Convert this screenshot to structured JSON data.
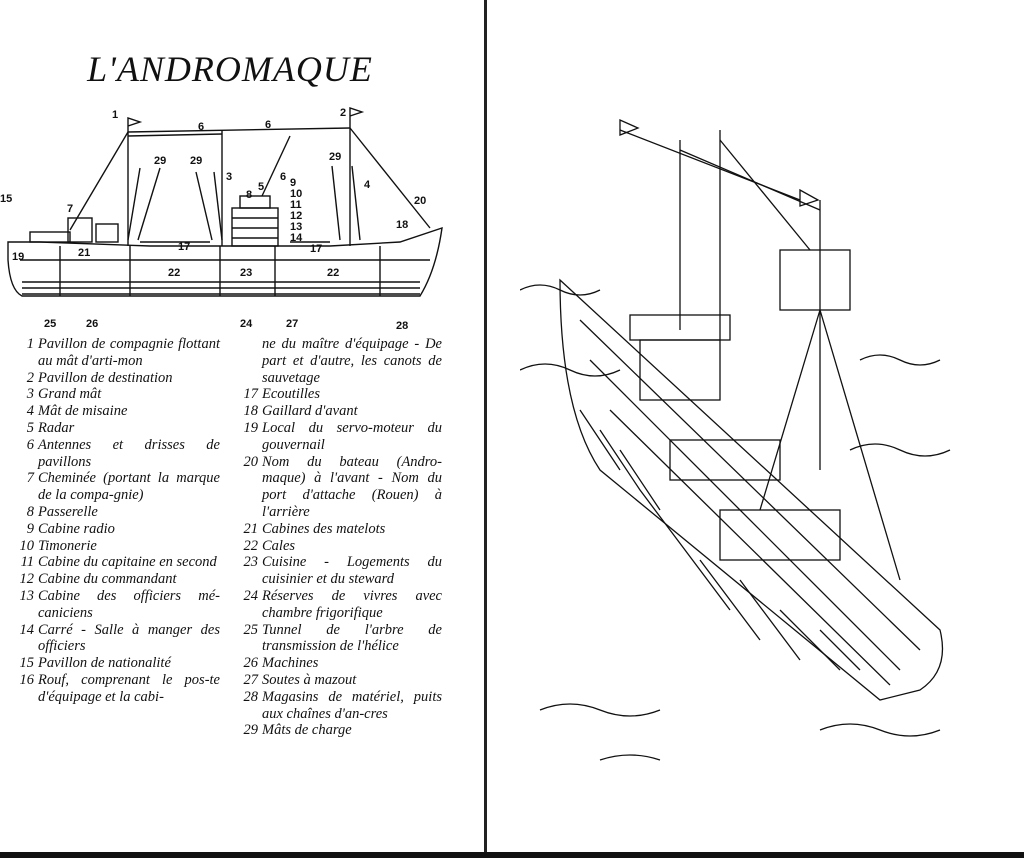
{
  "title": "L'ANDROMAQUE",
  "diagram_labels": [
    "1",
    "2",
    "6",
    "6",
    "29",
    "29",
    "29",
    "3",
    "4",
    "5",
    "6",
    "7",
    "8",
    "9",
    "10",
    "11",
    "12",
    "13",
    "14",
    "15",
    "17",
    "17",
    "18",
    "19",
    "20",
    "21",
    "22",
    "22",
    "23",
    "24",
    "25",
    "26",
    "27",
    "28"
  ],
  "legend_left": [
    {
      "num": "1",
      "text": "Pavillon de compagnie flottant au mât d'arti-mon"
    },
    {
      "num": "2",
      "text": "Pavillon de destination"
    },
    {
      "num": "3",
      "text": "Grand mât"
    },
    {
      "num": "4",
      "text": "Mât de misaine"
    },
    {
      "num": "5",
      "text": "Radar"
    },
    {
      "num": "6",
      "text": "Antennes et drisses de pavillons"
    },
    {
      "num": "7",
      "text": "Cheminée (portant la marque de la compa-gnie)"
    },
    {
      "num": "8",
      "text": "Passerelle"
    },
    {
      "num": "9",
      "text": "Cabine radio"
    },
    {
      "num": "10",
      "text": "Timonerie"
    },
    {
      "num": "11",
      "text": "Cabine du capitaine en second"
    },
    {
      "num": "12",
      "text": "Cabine du commandant"
    },
    {
      "num": "13",
      "text": "Cabine des officiers mé-caniciens"
    },
    {
      "num": "14",
      "text": "Carré - Salle à manger des officiers"
    },
    {
      "num": "15",
      "text": "Pavillon de nationalité"
    },
    {
      "num": "16",
      "text": "Rouf, comprenant le pos-te d'équipage et la cabi-"
    }
  ],
  "legend_right": [
    {
      "num": "",
      "text": "ne du maître d'équipage - De part et d'autre, les canots de sauvetage"
    },
    {
      "num": "17",
      "text": "Ecoutilles"
    },
    {
      "num": "18",
      "text": "Gaillard d'avant"
    },
    {
      "num": "19",
      "text": "Local du servo-moteur du gouvernail"
    },
    {
      "num": "20",
      "text": "Nom du bateau (Andro-maque) à l'avant - Nom du port d'attache (Rouen) à l'arrière"
    },
    {
      "num": "21",
      "text": "Cabines des matelots"
    },
    {
      "num": "22",
      "text": "Cales"
    },
    {
      "num": "23",
      "text": "Cuisine - Logements du cuisinier et du steward"
    },
    {
      "num": "24",
      "text": "Réserves de vivres avec chambre frigorifique"
    },
    {
      "num": "25",
      "text": "Tunnel de l'arbre de transmission de l'hélice"
    },
    {
      "num": "26",
      "text": "Machines"
    },
    {
      "num": "27",
      "text": "Soutes à mazout"
    },
    {
      "num": "28",
      "text": "Magasins de matériel, puits aux chaînes d'an-cres"
    },
    {
      "num": "29",
      "text": "Mâts de charge"
    }
  ]
}
